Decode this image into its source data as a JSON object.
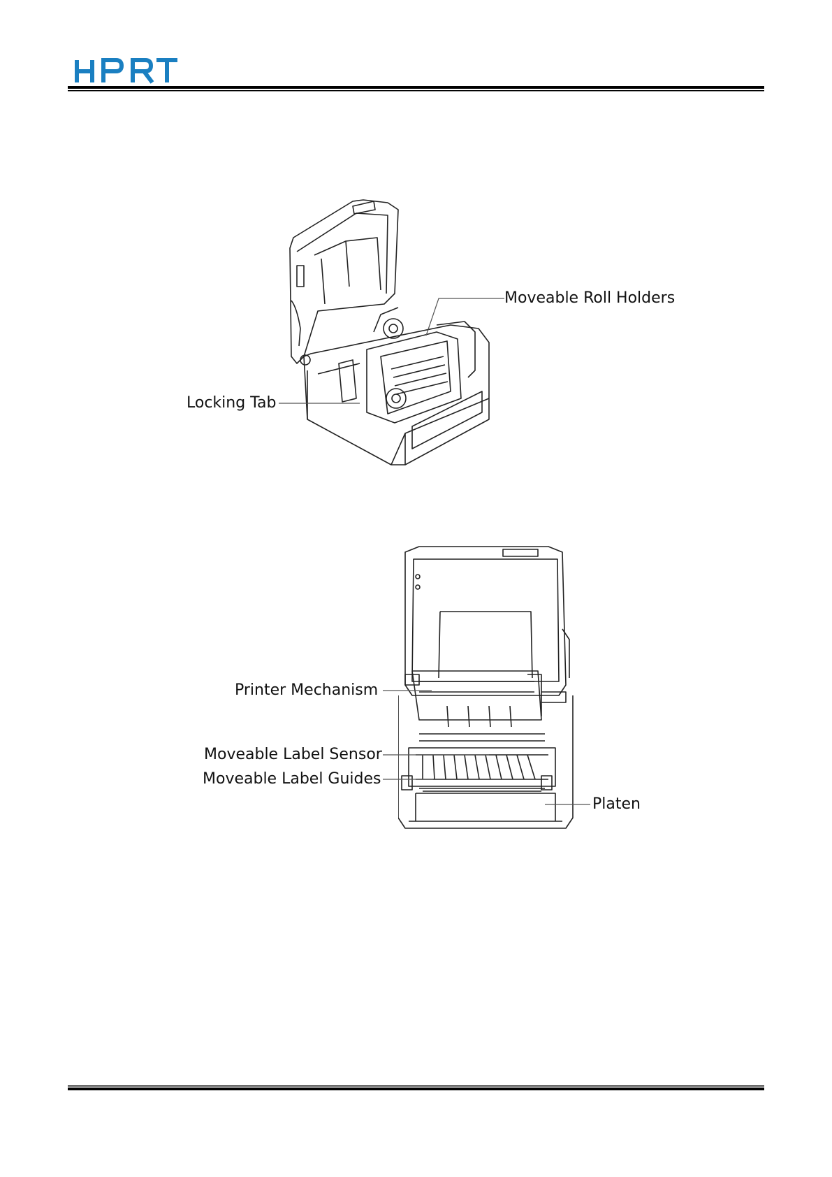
{
  "header": {
    "logo_text": "HPRT",
    "brand_color": "#1a7fc1"
  },
  "figure_1": {
    "callouts": {
      "moveable_roll_holders": "Moveable Roll Holders",
      "locking_tab": "Locking Tab"
    }
  },
  "figure_2": {
    "callouts": {
      "printer_mechanism": "Printer Mechanism",
      "moveable_label_sensor": "Moveable Label Sensor",
      "moveable_label_guides": "Moveable Label Guides",
      "platen": "Platen"
    }
  }
}
